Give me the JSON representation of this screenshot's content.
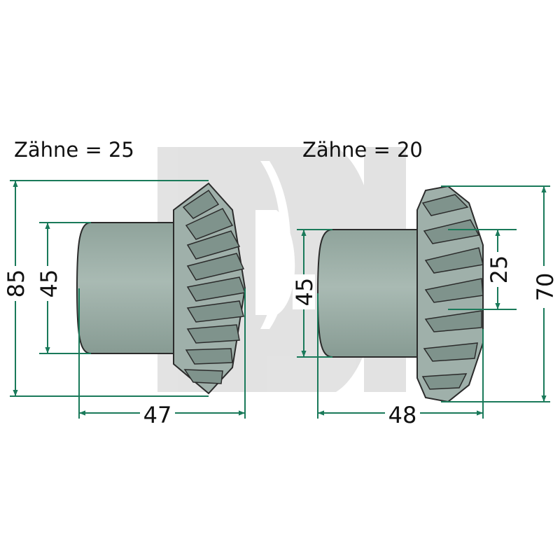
{
  "gears": [
    {
      "label": "Zähne = 25",
      "dimensions": {
        "outer_diameter": "85",
        "shaft_diameter": "45",
        "length": "47"
      }
    },
    {
      "label": "Zähne = 20",
      "dimensions": {
        "outer_diameter": "70",
        "shaft_diameter": "45",
        "bore_diameter": "25",
        "length": "48"
      }
    }
  ],
  "colors": {
    "dimension_line": "#1a7a5a",
    "gear_body": "#9fb0aa",
    "gear_tooth": "#7f938c",
    "gear_tooth_light": "#b9c7c2",
    "outline": "#2b2b2b",
    "watermark": "#d9d9d9"
  },
  "icons": {
    "watermark": "stylized-d-watermark-icon"
  }
}
